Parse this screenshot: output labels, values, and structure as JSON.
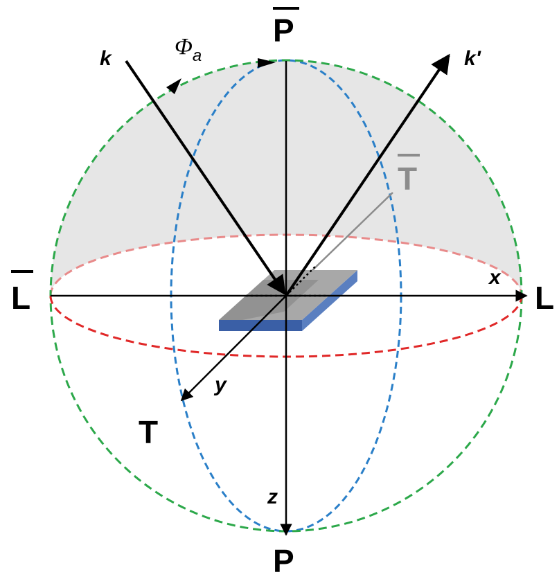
{
  "labels": {
    "p_bar": "P",
    "p": "P",
    "l_bar": "L",
    "l": "L",
    "t": "T",
    "t_bar": "T",
    "x_axis": "x",
    "y_axis": "y",
    "z_axis": "z",
    "k_incident": "k",
    "k_reflected": "k'",
    "angle_symbol": "Φ",
    "angle_subscript": "a"
  },
  "colors": {
    "great_circle_outline": "#2ca84a",
    "meridian_ellipse": "#2a7fc8",
    "equator_ellipse": "#e02828",
    "upper_shading": "#e4e4e4",
    "sample_top": "#9a9a9a",
    "sample_side": "#3a5fa6",
    "arrow": "#000000",
    "t_bar_label": "#8c8c8c"
  }
}
